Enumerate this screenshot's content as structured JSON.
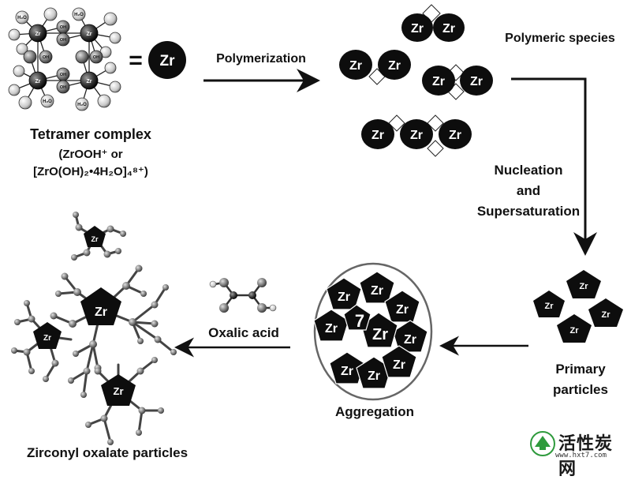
{
  "labels": {
    "zr": "Zr",
    "h2o": "H₂O",
    "oh": "OH",
    "equals": "=",
    "tetramer_title": "Tetramer complex",
    "tetramer_formula_1": "(ZrOOH⁺ or",
    "tetramer_formula_2": "[ZrO(OH)₂•4H₂O]₄⁸⁺)",
    "polymerization": "Polymerization",
    "polymeric_species": "Polymeric species",
    "nucleation_1": "Nucleation",
    "nucleation_2": "and",
    "nucleation_3": "Supersaturation",
    "primary_1": "Primary",
    "primary_2": "particles",
    "aggregation": "Aggregation",
    "oxalic_acid": "Oxalic acid",
    "zirconyl_oxalate": "Zirconyl oxalate particles",
    "aggregate_center": "7"
  },
  "watermark": {
    "title": "活性炭网",
    "url": "www.hxt7.com"
  },
  "colors": {
    "ink": "#111111",
    "zr_fill": "#0d0d0d",
    "gray_atom": "#8a8a8a",
    "watermark_green": "#2e9a3c"
  }
}
